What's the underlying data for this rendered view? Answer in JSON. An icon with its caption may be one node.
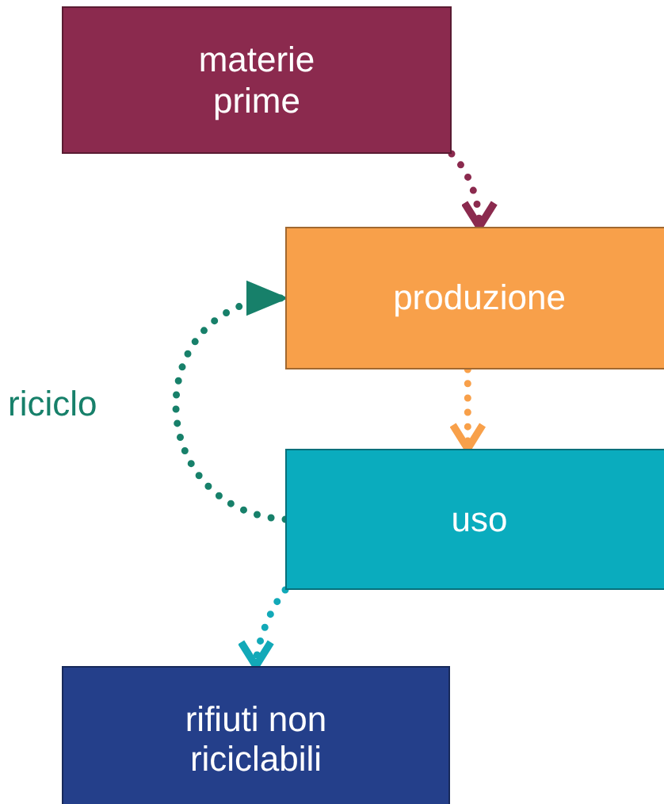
{
  "diagram": {
    "nodes": [
      {
        "text": [
          "materie prime"
        ]
      },
      {
        "text": [
          "produzione"
        ]
      },
      {
        "text": [
          "uso"
        ]
      },
      {
        "text": [
          "rifiuti non riciclabili"
        ]
      }
    ],
    "edges": [
      {
        "from": 0,
        "to": 1,
        "arrow": "to",
        "color": "#8b2a4e"
      },
      {
        "from": 1,
        "to": 2,
        "arrow": "to",
        "color": "#f8a04a"
      },
      {
        "from": 2,
        "to": 1,
        "arrow": "to",
        "label": "riciclo",
        "color": "#17806a"
      },
      {
        "from": 2,
        "to": 3,
        "arrow": "to",
        "color": "#12a9b8"
      }
    ]
  }
}
